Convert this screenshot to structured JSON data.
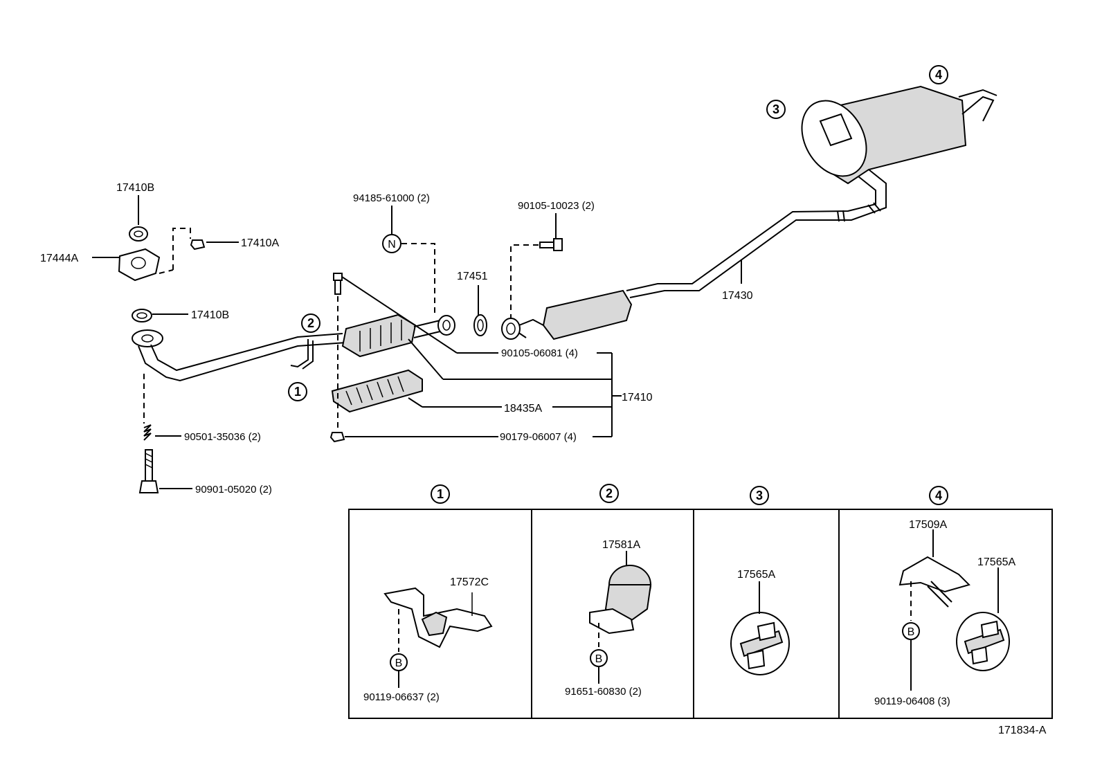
{
  "diagram_id": "171834-A",
  "parts": {
    "p17410B_top": "17410B",
    "p17410A": "17410A",
    "p17444A": "17444A",
    "p17410B_mid": "17410B",
    "p94185": "94185-61000 (2)",
    "p90105_10023": "90105-10023 (2)",
    "p17451": "17451",
    "p17430": "17430",
    "p90105_06081": "90105-06081 (4)",
    "p17410": "17410",
    "p18435A": "18435A",
    "p90179": "90179-06007 (4)",
    "p90501": "90501-35036 (2)",
    "p90901": "90901-05020 (2)"
  },
  "callouts": {
    "c1": "1",
    "c2": "2",
    "c3": "3",
    "c4": "4",
    "n": "N",
    "b": "B"
  },
  "detail_panels": {
    "panel1": {
      "num": "1",
      "part_a": "17572C",
      "part_b": "90119-06637 (2)"
    },
    "panel2": {
      "num": "2",
      "part_a": "17581A",
      "part_b": "91651-60830 (2)"
    },
    "panel3": {
      "num": "3",
      "part_a": "17565A"
    },
    "panel4": {
      "num": "4",
      "part_a": "17509A",
      "part_b": "17565A",
      "part_c": "90119-06408 (3)"
    }
  }
}
